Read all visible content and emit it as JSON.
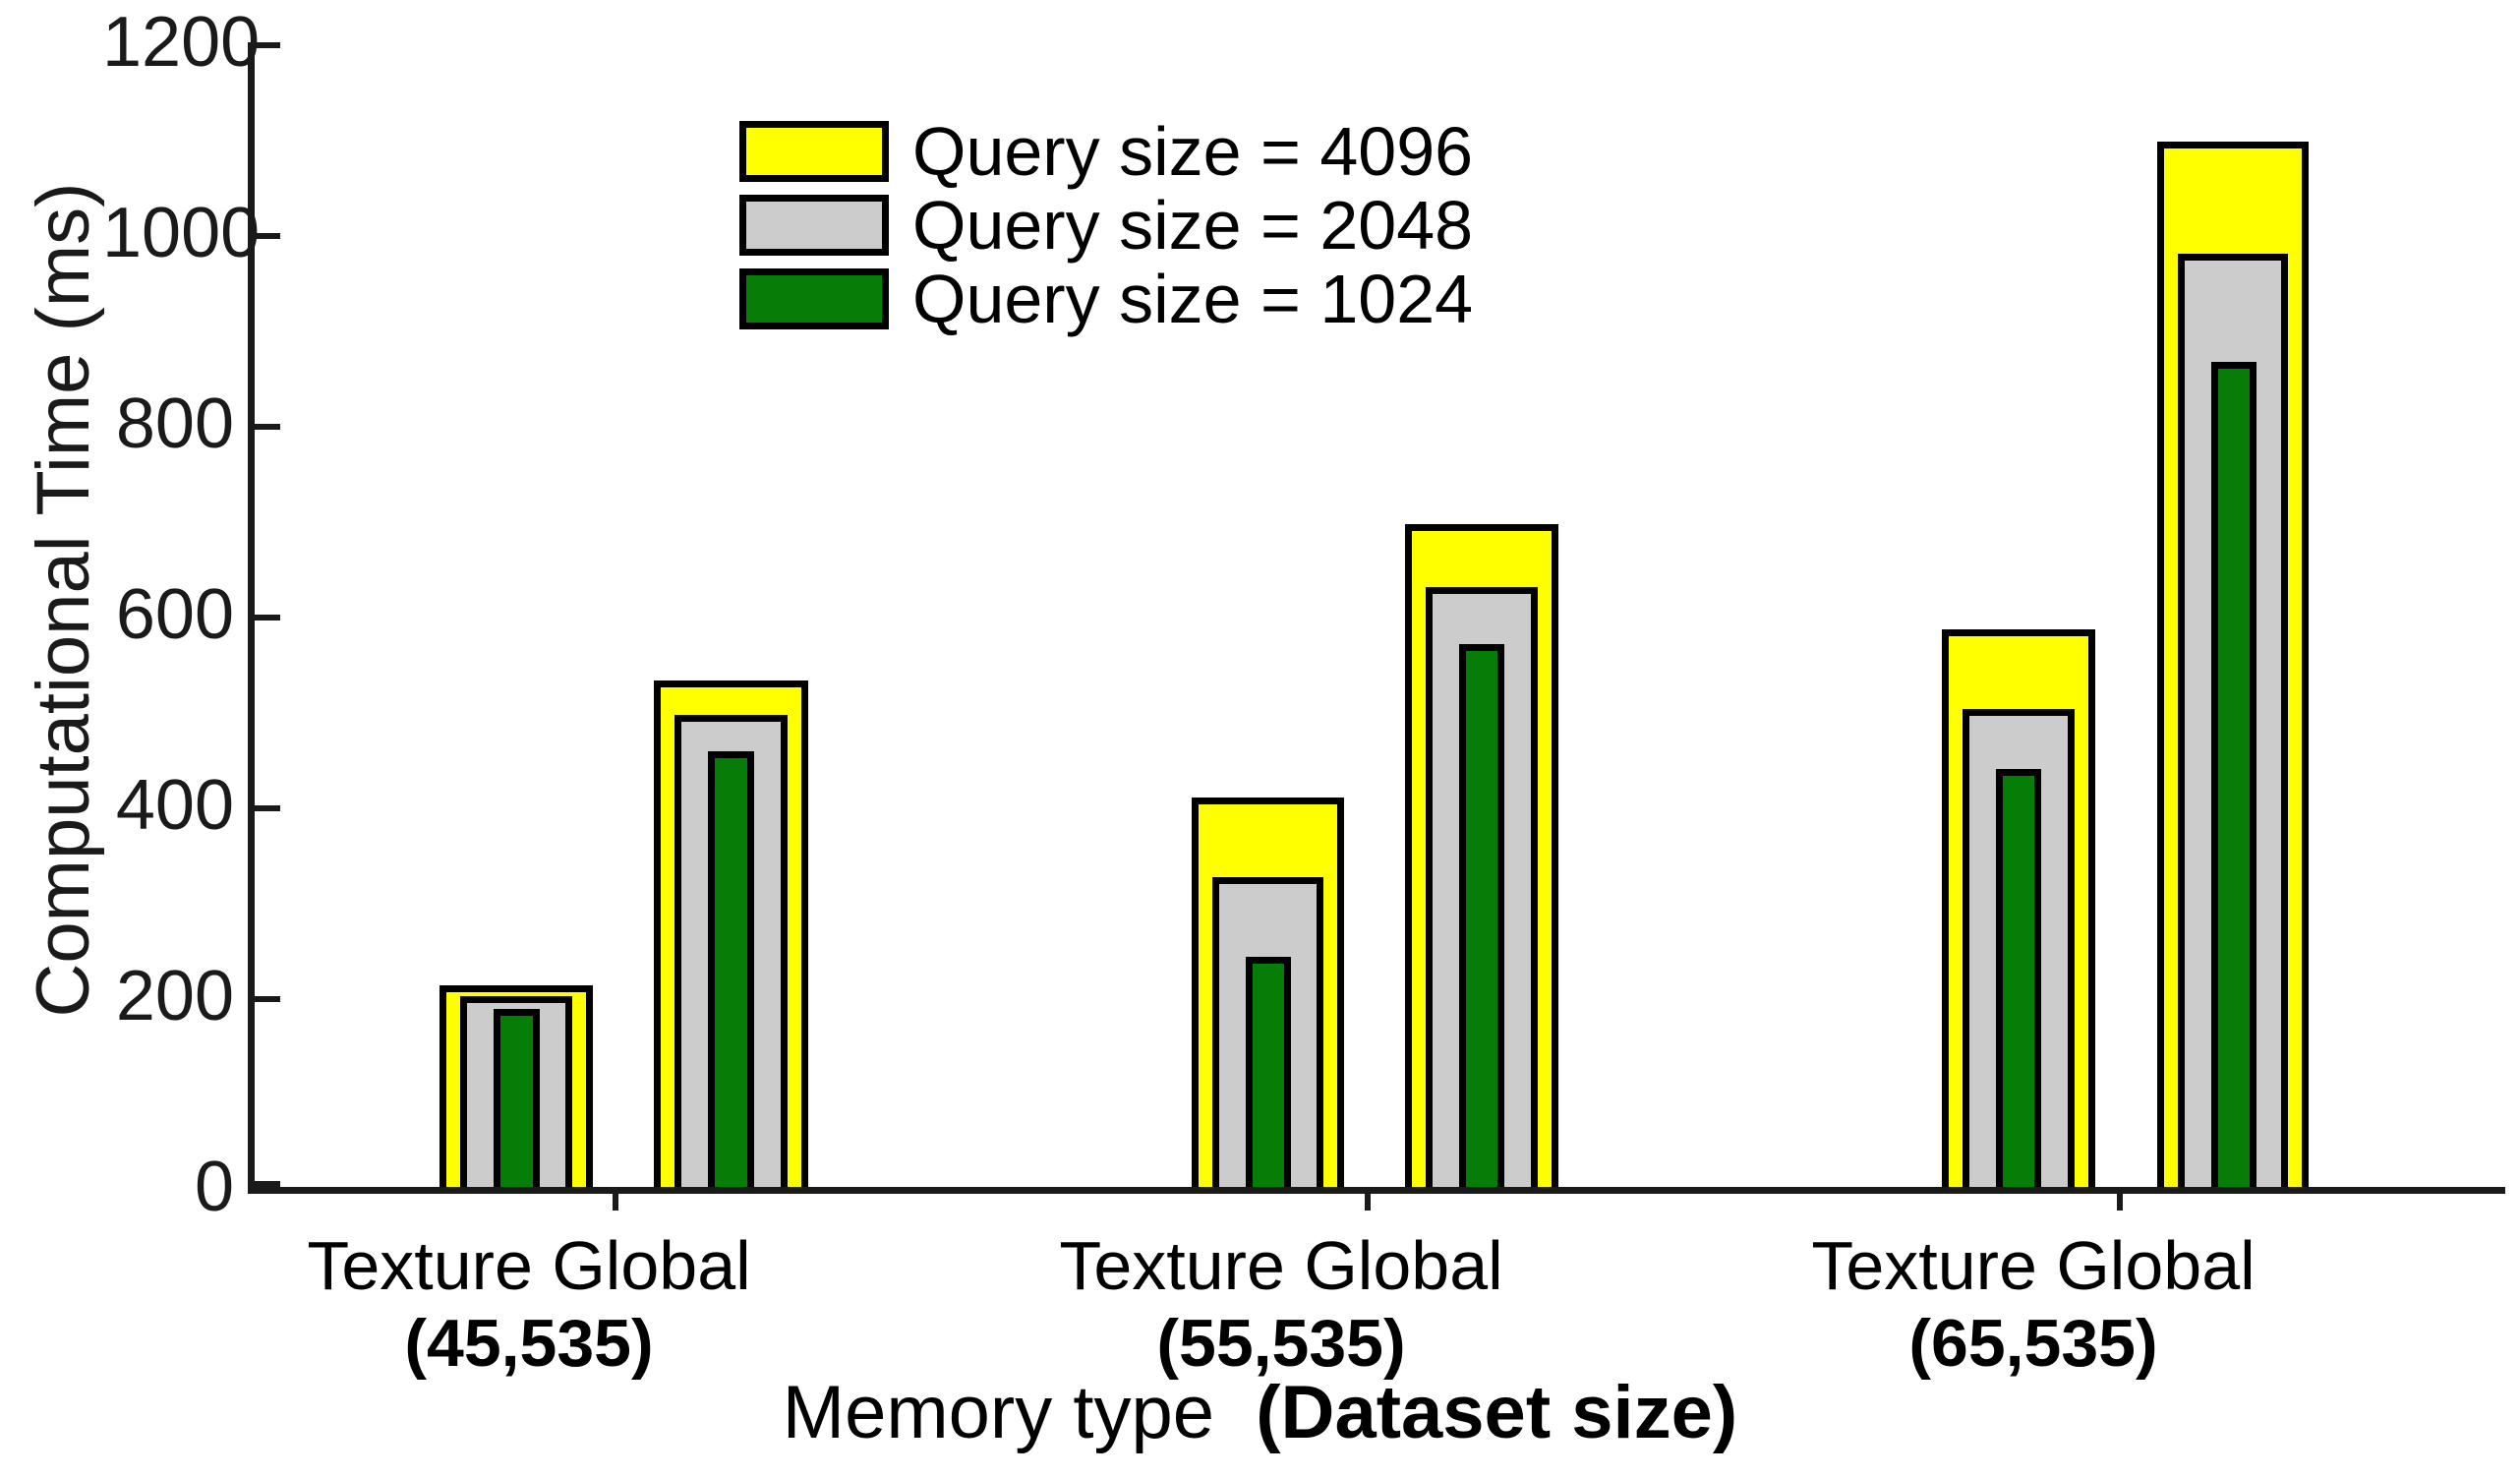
{
  "chart_data": {
    "type": "bar",
    "title": "",
    "xlabel_plain": "Memory type",
    "xlabel_bold": "(Dataset size)",
    "ylabel": "Computational Time (ms)",
    "ylim": [
      0,
      1200
    ],
    "yticks": [
      0,
      200,
      400,
      600,
      800,
      1000,
      1200
    ],
    "ytick_labels": [
      "0",
      "200",
      "400",
      "600",
      "800",
      "1000",
      "1200"
    ],
    "grid": false,
    "legend_position": "upper-left-inside",
    "categories": [
      {
        "dataset": "(45,535)",
        "memory": "Texture"
      },
      {
        "dataset": "(45,535)",
        "memory": "Global"
      },
      {
        "dataset": "(55,535)",
        "memory": "Texture"
      },
      {
        "dataset": "(55,535)",
        "memory": "Global"
      },
      {
        "dataset": "(65,535)",
        "memory": "Texture"
      },
      {
        "dataset": "(65,535)",
        "memory": "Global"
      }
    ],
    "series": [
      {
        "name": "Query size = 4096",
        "color": "#ffff00",
        "values": [
          212,
          531,
          409,
          696,
          586,
          1098
        ]
      },
      {
        "name": "Query size = 2048",
        "color": "#cccccc",
        "values": [
          201,
          494,
          328,
          630,
          503,
          979
        ]
      },
      {
        "name": "Query size = 1024",
        "color": "#067d06",
        "values": [
          188,
          455,
          243,
          572,
          440,
          866
        ]
      }
    ]
  },
  "axis": {
    "ylabel": "Computational Time (ms)",
    "ytick_labels": [
      "1200",
      "1000",
      "800",
      "600",
      "400",
      "200",
      "0"
    ],
    "xtitle_plain": "Memory type",
    "xtitle_bold": "(Dataset size)"
  },
  "legend": {
    "items": [
      {
        "label": "Query size = 4096",
        "color": "#ffff00"
      },
      {
        "label": "Query size = 2048",
        "color": "#cccccc"
      },
      {
        "label": "Query size = 1024",
        "color": "#067d06"
      }
    ]
  },
  "groups": [
    {
      "memory_labels": "Texture  Global",
      "dataset": "(45,535)"
    },
    {
      "memory_labels": "Texture  Global",
      "dataset": "(55,535)"
    },
    {
      "memory_labels": "Texture  Global",
      "dataset": "(65,535)"
    }
  ]
}
